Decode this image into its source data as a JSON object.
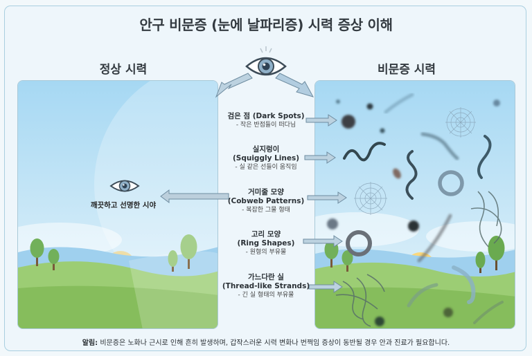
{
  "title": "안구 비문증 (눈에 날파리증) 시력 증상 이해",
  "headings": {
    "normal": "정상 시력",
    "floaters": "비문증 시력"
  },
  "normal_panel": {
    "label": "깨끗하고 선명한 시야",
    "icon": "eye-icon"
  },
  "center_icon": "eye-icon",
  "symptoms": [
    {
      "title": "검은 점 (Dark Spots)",
      "desc": "- 작은 반점들이 떠다님"
    },
    {
      "title_line1": "실지렁이",
      "title_line2": "(Squiggly Lines)",
      "desc": "- 실 같은 선들이 움직임"
    },
    {
      "title_line1": "거미줄 모양",
      "title_line2": "(Cobweb Patterns)",
      "desc": "- 복잡한 그물 형태"
    },
    {
      "title_line1": "고리 모양",
      "title_line2": "(Ring Shapes)",
      "desc": "- 원형의 부유물"
    },
    {
      "title_line1": "가느다란 실",
      "title_line2": "(Thread-like Strands)",
      "desc": "- 긴 실 형태의 부유물"
    }
  ],
  "note": {
    "label": "알림:",
    "text": " 비문증은 노화나 근시로 인해 흔히 발생하며, 갑작스러운 시력 변화나 번쩍임 증상이 동반될 경우 안과 진료가 필요합니다."
  },
  "colors": {
    "sky_top": "#a8d9f2",
    "sky_bottom": "#e3f2fa",
    "grass": "#8cc66a",
    "sun": "#f9d776",
    "arrow": "#a9c6d8",
    "text": "#333a40"
  }
}
